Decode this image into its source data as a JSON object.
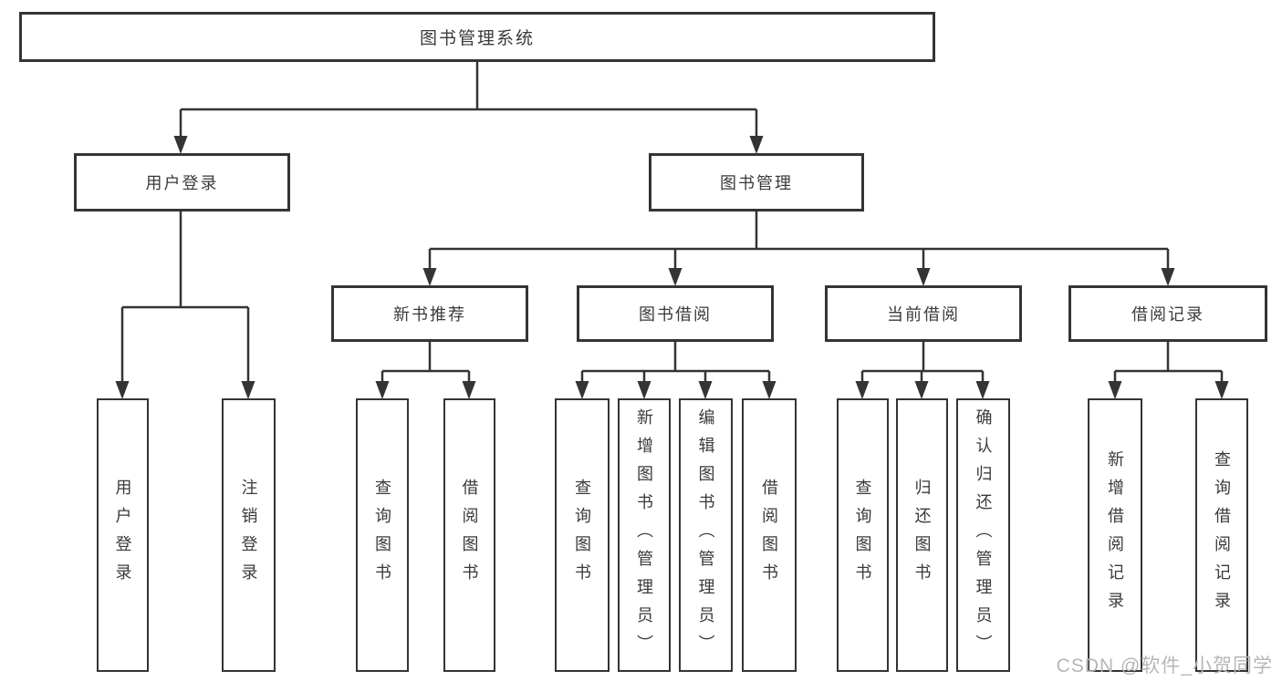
{
  "diagram": {
    "root": {
      "label": "图书管理系统"
    },
    "level2": {
      "user_login": {
        "label": "用户登录"
      },
      "book_mgmt": {
        "label": "图书管理"
      }
    },
    "level3": {
      "new_books": {
        "label": "新书推荐"
      },
      "book_borrow": {
        "label": "图书借阅"
      },
      "current_borrow": {
        "label": "当前借阅"
      },
      "borrow_records": {
        "label": "借阅记录"
      }
    },
    "leaves": {
      "user_login": {
        "label": "用户登录"
      },
      "logout": {
        "label": "注销登录"
      },
      "nb_search": {
        "label": "查询图书"
      },
      "nb_borrow": {
        "label": "借阅图书"
      },
      "bb_search": {
        "label": "查询图书"
      },
      "bb_add": {
        "label": "新增图书（管理员）"
      },
      "bb_edit": {
        "label": "编辑图书（管理员）"
      },
      "bb_borrow": {
        "label": "借阅图书"
      },
      "cb_search": {
        "label": "查询图书"
      },
      "cb_return": {
        "label": "归还图书"
      },
      "cb_confirm": {
        "label": "确认归还（管理员）"
      },
      "br_add": {
        "label": "新增借阅记录"
      },
      "br_search": {
        "label": "查询借阅记录"
      }
    },
    "colors": {
      "line": "#343434",
      "box_border": "#343434",
      "box_background": "#ffffff",
      "text": "#3a3a3a",
      "watermark": "#b6b6b6",
      "background": "#ffffff"
    }
  },
  "watermark": {
    "text": "CSDN @软件_小贺同学"
  }
}
